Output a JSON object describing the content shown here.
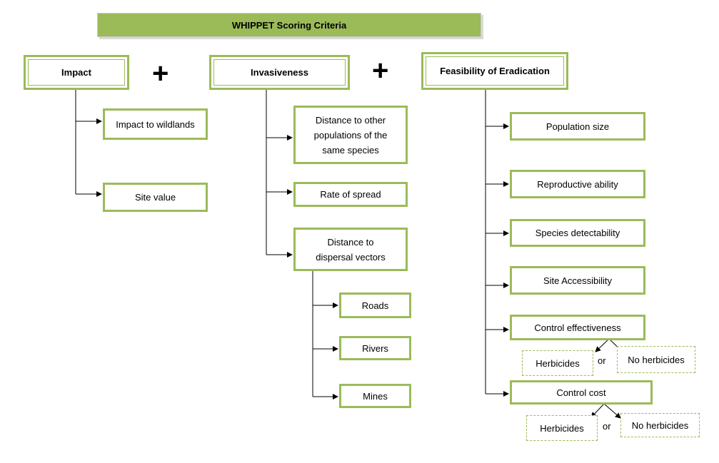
{
  "title": "WHIPPET Scoring Criteria",
  "plus_symbol": "+",
  "or_word": "or",
  "colors": {
    "accent": "#9bbb59",
    "line": "#000000"
  },
  "columns": {
    "impact": {
      "heading": "Impact",
      "items": [
        "Impact to wildlands",
        "Site value"
      ]
    },
    "invasiveness": {
      "heading": "Invasiveness",
      "items": [
        "Distance to other populations of the same species",
        "Rate of spread",
        "Distance to dispersal vectors"
      ],
      "vectors": [
        "Roads",
        "Rivers",
        "Mines"
      ]
    },
    "feasibility": {
      "heading": "Feasibility of Eradication",
      "items": [
        "Population size",
        "Reproductive ability",
        "Species detectability",
        "Site Accessibility",
        "Control effectiveness",
        "Control cost"
      ],
      "control_effectiveness_options": [
        "Herbicides",
        "No herbicides"
      ],
      "control_cost_options": [
        "Herbicides",
        "No herbicides"
      ]
    }
  }
}
